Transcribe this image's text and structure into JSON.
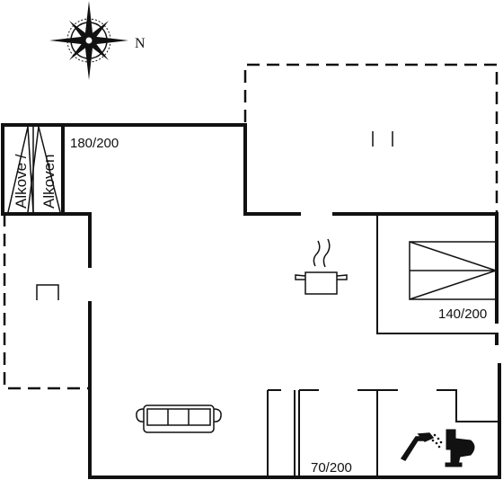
{
  "compass": {
    "north_label": "N",
    "icon": "compass-rose-icon"
  },
  "labels": {
    "alcove_line1": "Alkove /",
    "alcove_line2": "Alkoven",
    "bed_top_left": "180/200",
    "bed_right": "140/200",
    "bed_bottom": "70/200"
  },
  "icons": [
    "cooking-pot-icon",
    "sofa-icon",
    "shower-icon",
    "toilet-icon",
    "bed-icon",
    "table-icon"
  ]
}
